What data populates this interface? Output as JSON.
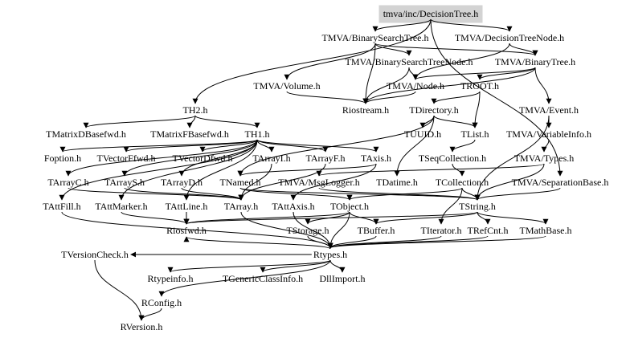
{
  "graph": {
    "root": "tmva/inc/DecisionTree.h",
    "root_fill": "#d3d3d3",
    "nodes": {
      "DecisionTree": "tmva/inc/DecisionTree.h",
      "BinarySearchTree": "TMVA/BinarySearchTree.h",
      "DecisionTreeNode": "TMVA/DecisionTreeNode.h",
      "BinarySearchTreeNode": "TMVA/BinarySearchTreeNode.h",
      "BinaryTree": "TMVA/BinaryTree.h",
      "Volume": "TMVA/Volume.h",
      "Node": "TMVA/Node.h",
      "TROOT": "TROOT.h",
      "Riostream": "Riostream.h",
      "TDirectory": "TDirectory.h",
      "Event": "TMVA/Event.h",
      "TH2": "TH2.h",
      "TMatrixDBasefwd": "TMatrixDBasefwd.h",
      "TMatrixFBasefwd": "TMatrixFBasefwd.h",
      "TH1": "TH1.h",
      "TUUID": "TUUID.h",
      "TList": "TList.h",
      "VariableInfo": "TMVA/VariableInfo.h",
      "Foption": "Foption.h",
      "TVectorFfwd": "TVectorFfwd.h",
      "TVectorDfwd": "TVectorDfwd.h",
      "TArrayI": "TArrayI.h",
      "TArrayF": "TArrayF.h",
      "TAxis": "TAxis.h",
      "TSeqCollection": "TSeqCollection.h",
      "Types": "TMVA/Types.h",
      "TArrayC": "TArrayC.h",
      "TArrayS": "TArrayS.h",
      "TArrayD": "TArrayD.h",
      "TNamed": "TNamed.h",
      "MsgLogger": "TMVA/MsgLogger.h",
      "TDatime": "TDatime.h",
      "TCollection": "TCollection.h",
      "SeparationBase": "TMVA/SeparationBase.h",
      "TAttFill": "TAttFill.h",
      "TAttMarker": "TAttMarker.h",
      "TAttLine": "TAttLine.h",
      "TArray": "TArray.h",
      "TAttAxis": "TAttAxis.h",
      "TObject": "TObject.h",
      "TString": "TString.h",
      "Riosfwd": "Riosfwd.h",
      "TStorage": "TStorage.h",
      "TBuffer": "TBuffer.h",
      "TIterator": "TIterator.h",
      "TRefCnt": "TRefCnt.h",
      "TMathBase": "TMathBase.h",
      "TVersionCheck": "TVersionCheck.h",
      "Rtypes": "Rtypes.h",
      "Rtypeinfo": "Rtypeinfo.h",
      "TGenericClassInfo": "TGenericClassInfo.h",
      "DllImport": "DllImport.h",
      "RConfig": "RConfig.h",
      "RVersion": "RVersion.h"
    },
    "edges": [
      [
        "DecisionTree",
        "BinarySearchTree"
      ],
      [
        "DecisionTree",
        "DecisionTreeNode"
      ],
      [
        "DecisionTree",
        "TH2"
      ],
      [
        "DecisionTree",
        "SeparationBase"
      ],
      [
        "BinarySearchTree",
        "BinarySearchTreeNode"
      ],
      [
        "BinarySearchTree",
        "BinaryTree"
      ],
      [
        "BinarySearchTree",
        "Volume"
      ],
      [
        "BinarySearchTree",
        "Riostream"
      ],
      [
        "DecisionTreeNode",
        "BinaryTree"
      ],
      [
        "DecisionTreeNode",
        "Node"
      ],
      [
        "BinarySearchTreeNode",
        "Node"
      ],
      [
        "BinarySearchTreeNode",
        "Riostream"
      ],
      [
        "BinaryTree",
        "Node"
      ],
      [
        "BinaryTree",
        "TROOT"
      ],
      [
        "BinaryTree",
        "Event"
      ],
      [
        "BinaryTree",
        "Riostream"
      ],
      [
        "Volume",
        "Riostream"
      ],
      [
        "Node",
        "Riostream"
      ],
      [
        "TROOT",
        "TDirectory"
      ],
      [
        "TROOT",
        "TList"
      ],
      [
        "TDirectory",
        "TUUID"
      ],
      [
        "TDirectory",
        "TList"
      ],
      [
        "TDirectory",
        "TNamed"
      ],
      [
        "TDirectory",
        "TDatime"
      ],
      [
        "TH2",
        "TMatrixDBasefwd"
      ],
      [
        "TH2",
        "TMatrixFBasefwd"
      ],
      [
        "TH2",
        "TH1"
      ],
      [
        "TH1",
        "Foption"
      ],
      [
        "TH1",
        "TVectorFfwd"
      ],
      [
        "TH1",
        "TVectorDfwd"
      ],
      [
        "TH1",
        "TArrayI"
      ],
      [
        "TH1",
        "TArrayF"
      ],
      [
        "TH1",
        "TAxis"
      ],
      [
        "TH1",
        "TArrayC"
      ],
      [
        "TH1",
        "TArrayS"
      ],
      [
        "TH1",
        "TArrayD"
      ],
      [
        "TH1",
        "TAttFill"
      ],
      [
        "TH1",
        "TAttMarker"
      ],
      [
        "TH1",
        "TAttLine"
      ],
      [
        "Event",
        "VariableInfo"
      ],
      [
        "Event",
        "TString"
      ],
      [
        "VariableInfo",
        "Types"
      ],
      [
        "Types",
        "TString"
      ],
      [
        "Types",
        "MsgLogger"
      ],
      [
        "TList",
        "TSeqCollection"
      ],
      [
        "TSeqCollection",
        "TCollection"
      ],
      [
        "TCollection",
        "TString"
      ],
      [
        "TCollection",
        "TIterator"
      ],
      [
        "TCollection",
        "TObject"
      ],
      [
        "TAxis",
        "TNamed"
      ],
      [
        "TAxis",
        "TAttAxis"
      ],
      [
        "TNamed",
        "TObject"
      ],
      [
        "TNamed",
        "TString"
      ],
      [
        "MsgLogger",
        "TString"
      ],
      [
        "TArrayC",
        "TArray"
      ],
      [
        "TArrayS",
        "TArray"
      ],
      [
        "TArrayD",
        "TArray"
      ],
      [
        "TArrayI",
        "TArray"
      ],
      [
        "TArrayF",
        "TArray"
      ],
      [
        "TArray",
        "Rtypes"
      ],
      [
        "TObject",
        "Rtypes"
      ],
      [
        "TObject",
        "TStorage"
      ],
      [
        "TObject",
        "TBuffer"
      ],
      [
        "TObject",
        "Riosfwd"
      ],
      [
        "TString",
        "TRefCnt"
      ],
      [
        "TString",
        "TMathBase"
      ],
      [
        "TString",
        "Riosfwd"
      ],
      [
        "TString",
        "TBuffer"
      ],
      [
        "TAttFill",
        "Rtypes"
      ],
      [
        "TAttMarker",
        "Riosfwd"
      ],
      [
        "TAttLine",
        "Riosfwd"
      ],
      [
        "TAttAxis",
        "Rtypes"
      ],
      [
        "TStorage",
        "Rtypes"
      ],
      [
        "TBuffer",
        "Rtypes"
      ],
      [
        "TIterator",
        "Rtypes"
      ],
      [
        "TRefCnt",
        "Rtypes"
      ],
      [
        "TMathBase",
        "Rtypes"
      ],
      [
        "SeparationBase",
        "TString"
      ],
      [
        "Rtypes",
        "Rtypeinfo"
      ],
      [
        "Rtypes",
        "TGenericClassInfo"
      ],
      [
        "Rtypes",
        "DllImport"
      ],
      [
        "Rtypes",
        "RConfig"
      ],
      [
        "Rtypes",
        "TVersionCheck"
      ],
      [
        "Rtypes",
        "Riosfwd"
      ],
      [
        "TVersionCheck",
        "RVersion"
      ],
      [
        "RConfig",
        "RVersion"
      ]
    ]
  }
}
